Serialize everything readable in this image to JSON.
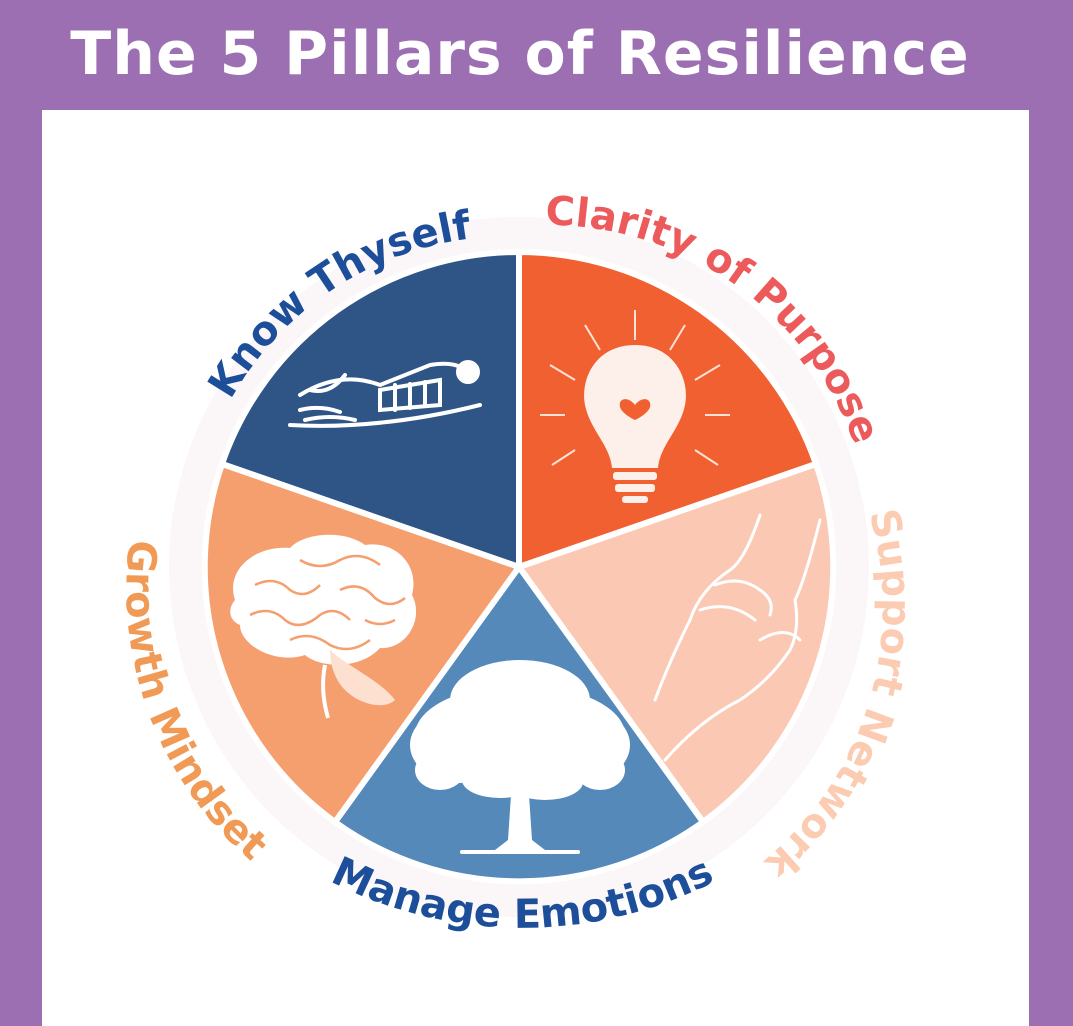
{
  "title": "The 5 Pillars of Resilience",
  "colors": {
    "frame": "#9b6fb1",
    "know_thyself": "#2f5486",
    "clarity_of_purpose": "#f06030",
    "support_network": "#fbc8b4",
    "manage_emotions": "#5589ba",
    "growth_mindset": "#f59e6e"
  },
  "pillars": [
    {
      "label": "Know Thyself",
      "icon": "reclining-figure-icon",
      "text_color": "#1d4e9a"
    },
    {
      "label": "Clarity of Purpose",
      "icon": "lightbulb-heart-icon",
      "text_color": "#ec5a5c"
    },
    {
      "label": "Support Network",
      "icon": "helping-hands-icon",
      "text_color": "#fbcbb2"
    },
    {
      "label": "Manage Emotions",
      "icon": "tree-icon",
      "text_color": "#1d4e9a"
    },
    {
      "label": "Growth Mindset",
      "icon": "brain-icon",
      "text_color": "#f09a55"
    }
  ]
}
